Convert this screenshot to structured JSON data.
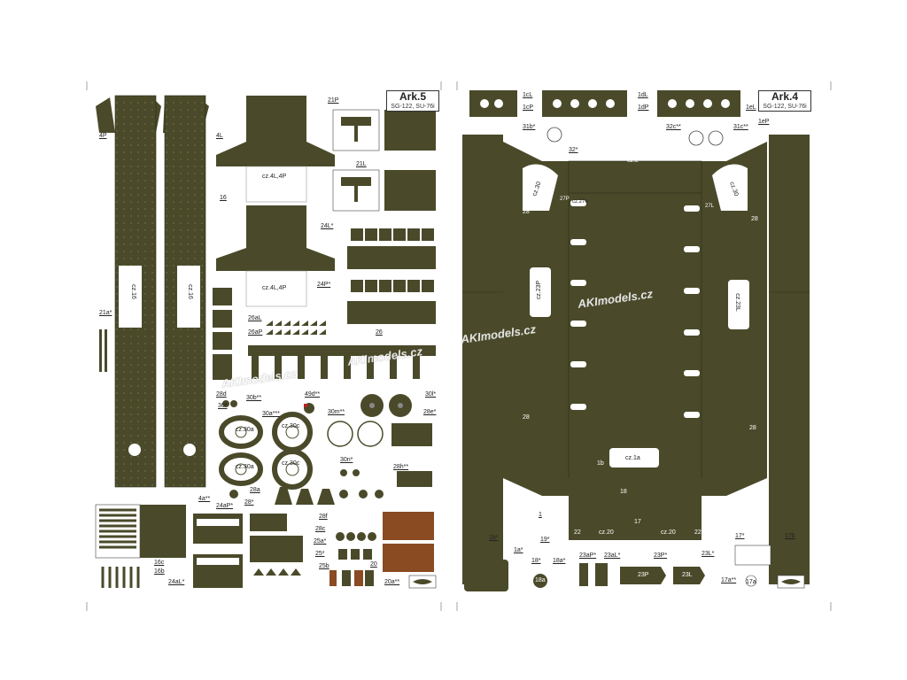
{
  "sheets": {
    "left": {
      "title": "Ark.5",
      "subtitle": "SG-122, SU-76i"
    },
    "right": {
      "title": "Ark.4",
      "subtitle": "SG-122, SU-76i"
    }
  },
  "watermark": "AKImodels.cz",
  "colors": {
    "olive": "#4a4a2a",
    "rust": "#8a4a22",
    "paper": "#ffffff",
    "line": "#333333"
  },
  "left_labels": {
    "p4P": "4P",
    "p4L": "4L",
    "p16": "16",
    "p21P": "21P",
    "p21L": "21L",
    "p24L": "24L*",
    "p24P": "24P*",
    "p26aL": "26aL",
    "p26aP": "26aP",
    "p26": "26",
    "p21a": "21a*",
    "p28d": "28d",
    "p30": "30*",
    "p30b": "30b**",
    "p49d": "49d**",
    "p30l": "30l*",
    "p28e": "28e*",
    "p30a": "30a***",
    "p30m": "30m**",
    "p30n": "30n*",
    "p28h": "28h**",
    "p28a": "28a",
    "p28": "28*",
    "p4a": "4a**",
    "p24aP": "24aP*",
    "p28f": "28f",
    "p28c": "28c",
    "p25a": "25a*",
    "p25": "25*",
    "p25b": "25b",
    "p20": "20",
    "p20a": "20a**",
    "p16c": "16c",
    "p16b": "16b",
    "p24aL": "24aL*",
    "cz16a": "cz.16",
    "cz16b": "cz.16",
    "cz4L4P_a": "cz.4L,4P",
    "cz4L4P_b": "cz.4L,4P",
    "cz30a_a": "cz.30a",
    "cz30a_b": "cz.30a",
    "cz30c_a": "cz.30c",
    "cz30c_b": "cz.30c"
  },
  "right_labels": {
    "p1cL": "1cL",
    "p1cP": "1cP",
    "p1dL": "1dL",
    "p1dP": "1dP",
    "p1eL": "1eL",
    "p1eP": "1eP",
    "p31b": "31b*",
    "p32c": "32c**",
    "p31c": "31c**",
    "p32": "32*",
    "cz2": "cz.2",
    "cz30L": "cz.30",
    "cz30R": "cz.30",
    "cz23P": "cz.23P",
    "cz23L": "cz.23L",
    "p28L1": "28",
    "p28L2": "28",
    "p28R1": "28",
    "p28R2": "28",
    "cz27e": "cz.27e",
    "p27P": "27P",
    "p27L": "27L",
    "p1b": "1b",
    "cz1a": "cz.1a",
    "p18": "18",
    "p17": "17",
    "p1": "1",
    "cz20a": "cz.20",
    "cz20b": "cz.20",
    "p22a": "22",
    "p22b": "22",
    "p1bs": "1b*",
    "p19": "19*",
    "p1a": "1a*",
    "p18s": "18*",
    "p18a": "18a*",
    "p23aP": "23aP*",
    "p23aL": "23aL*",
    "p23P": "23P*",
    "p23L": "23L*",
    "p17s": "17*",
    "p17b": "17b",
    "p17a": "17a**",
    "p17a_b": "17a",
    "p23P_in": "23P",
    "p23L_in": "23L",
    "p18a_in": "18a"
  }
}
